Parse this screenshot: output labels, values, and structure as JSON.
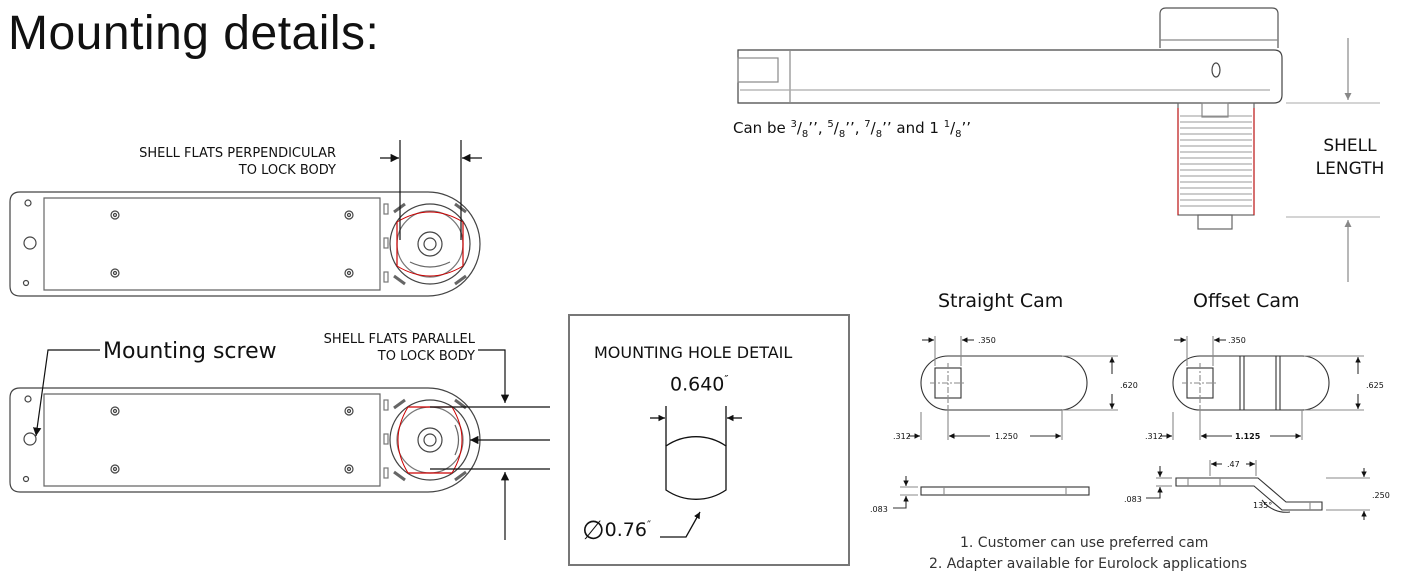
{
  "title": "Mounting details:",
  "labels": {
    "flats_perpendicular_line1": "SHELL FLATS PERPENDICULAR",
    "flats_perpendicular_line2": "TO LOCK BODY",
    "flats_parallel_line1": "SHELL FLATS PARALLEL",
    "flats_parallel_line2": "TO LOCK BODY",
    "mounting_screw": "Mounting screw",
    "shell_length_line1": "SHELL",
    "shell_length_line2": "LENGTH",
    "can_be_prefix": "Can be",
    "length_options": [
      {
        "num": "3",
        "den": "8",
        "suffix": "’’, "
      },
      {
        "num": "5",
        "den": "8",
        "suffix": "’’, "
      },
      {
        "num": "7",
        "den": "8",
        "suffix": "’’ and 1 "
      },
      {
        "num": "1",
        "den": "8",
        "suffix": "’’"
      }
    ]
  },
  "hole_detail": {
    "title": "MOUNTING HOLE DETAIL",
    "flat_width": "0.640",
    "diameter": "0.76",
    "inch_mark": "″",
    "diameter_symbol": "∅"
  },
  "cams": {
    "straight": {
      "title": "Straight Cam",
      "square": ".350",
      "height": ".620",
      "offset": ".312",
      "length": "1.250",
      "thickness": ".083"
    },
    "offset": {
      "title": "Offset Cam",
      "square": ".350",
      "height": ".625",
      "offset": ".312",
      "length": "1.125",
      "thickness": ".083",
      "step": ".47",
      "rise": ".250",
      "angle": "135°"
    }
  },
  "notes": [
    "1. Customer can use preferred cam",
    "2. Adapter available for Eurolock applications"
  ]
}
